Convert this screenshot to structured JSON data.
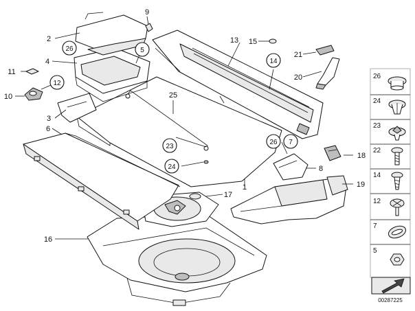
{
  "diagram": {
    "callouts": [
      {
        "id": "c9",
        "label": "9"
      },
      {
        "id": "c2",
        "label": "2"
      },
      {
        "id": "c26a",
        "label": "26"
      },
      {
        "id": "c4",
        "label": "4"
      },
      {
        "id": "c5",
        "label": "5"
      },
      {
        "id": "c11",
        "label": "11"
      },
      {
        "id": "c12",
        "label": "12"
      },
      {
        "id": "c10",
        "label": "10"
      },
      {
        "id": "c3",
        "label": "3"
      },
      {
        "id": "c6",
        "label": "6"
      },
      {
        "id": "c25",
        "label": "25"
      },
      {
        "id": "c13",
        "label": "13"
      },
      {
        "id": "c15",
        "label": "15"
      },
      {
        "id": "c14",
        "label": "14"
      },
      {
        "id": "c21",
        "label": "21"
      },
      {
        "id": "c20",
        "label": "20"
      },
      {
        "id": "c23",
        "label": "23"
      },
      {
        "id": "c26b",
        "label": "26"
      },
      {
        "id": "c7",
        "label": "7"
      },
      {
        "id": "c24",
        "label": "24"
      },
      {
        "id": "c18",
        "label": "18"
      },
      {
        "id": "c8",
        "label": "8"
      },
      {
        "id": "c17",
        "label": "17"
      },
      {
        "id": "c1",
        "label": "1"
      },
      {
        "id": "c19",
        "label": "19"
      },
      {
        "id": "c16",
        "label": "16"
      }
    ],
    "legend": [
      {
        "label": "26",
        "icon": "plug-icon"
      },
      {
        "label": "24",
        "icon": "clip-icon"
      },
      {
        "label": "23",
        "icon": "expanding-rivet-icon"
      },
      {
        "label": "22",
        "icon": "screw-icon"
      },
      {
        "label": "14",
        "icon": "tapping-screw-icon"
      },
      {
        "label": "12",
        "icon": "oval-head-screw-icon"
      },
      {
        "label": "7",
        "icon": "oval-grommet-icon"
      },
      {
        "label": "5",
        "icon": "hex-nut-icon"
      }
    ],
    "drawing_number": "00287225"
  }
}
